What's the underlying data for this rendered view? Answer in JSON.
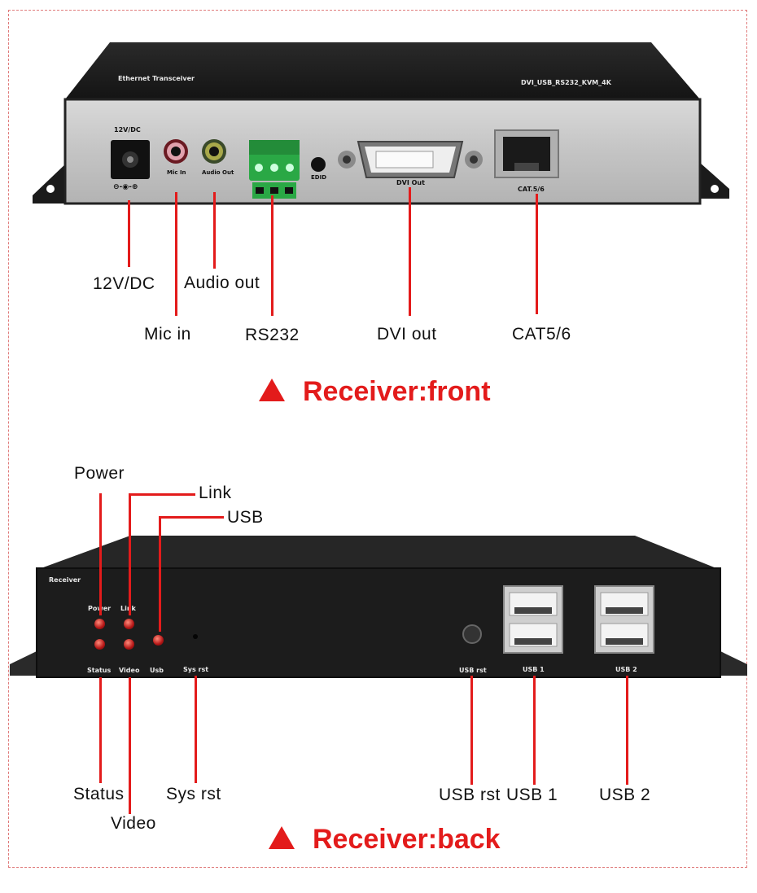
{
  "front": {
    "panel_text": {
      "dc_label": "12V/DC",
      "mic_label": "Mic In",
      "audio_label": "Audio  Out",
      "edid_label": "EDID",
      "dvi_label": "DVI Out",
      "cat_label": "CAT.5/6",
      "top_left_print": "Ethernet Transceiver",
      "top_right_print": "DVI_USB_RS232_KVM_4K"
    },
    "callouts": {
      "dc": "12V/DC",
      "audio": "Audio out",
      "mic": "Mic in",
      "rs232": "RS232",
      "dvi": "DVI out",
      "cat": "CAT5/6"
    },
    "title": "Receiver:front"
  },
  "back": {
    "panel_text": {
      "receiver": "Receiver",
      "power": "Power",
      "link": "Link",
      "status": "Status",
      "video": "Video",
      "usb": "Usb",
      "sysrst": "Sys rst",
      "usbrst": "USB rst",
      "usb1": "USB 1",
      "usb2": "USB 2"
    },
    "callouts": {
      "power": "Power",
      "link": "Link",
      "usb": "USB",
      "status": "Status",
      "video": "Video",
      "sysrst": "Sys rst",
      "usbrst": "USB rst",
      "usb1": "USB 1",
      "usb2": "USB 2"
    },
    "title": "Receiver:back"
  },
  "colors": {
    "accent": "#e31b1b",
    "panel_silver": "#c9c9c9",
    "chassis": "#1e1e1e"
  }
}
